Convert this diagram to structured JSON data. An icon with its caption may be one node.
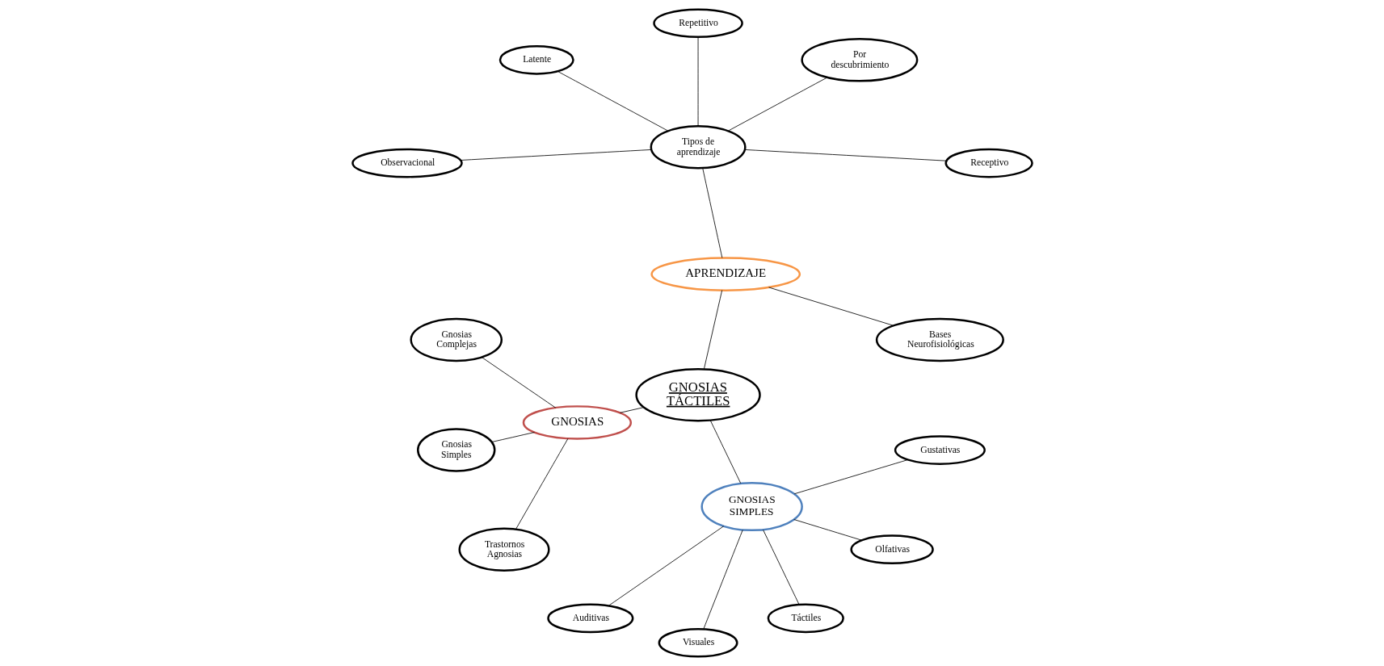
{
  "diagram": {
    "nodes": [
      {
        "text": [
          "GNOSIAS TÁCTILES"
        ]
      },
      {
        "text": [
          "APRENDIZAJE"
        ]
      },
      {
        "text": [
          "Bases Neurofisiológicas"
        ]
      },
      {
        "text": [
          "Tipos de aprendizaje"
        ]
      },
      {
        "text": [
          "Receptivo"
        ]
      },
      {
        "text": [
          "Por descubrimiento"
        ]
      },
      {
        "text": [
          "Repetitivo"
        ]
      },
      {
        "text": [
          "Latente"
        ]
      },
      {
        "text": [
          "Observacional"
        ]
      },
      {
        "text": [
          "GNOSIAS"
        ]
      },
      {
        "text": [
          "Gnosias Complejas"
        ]
      },
      {
        "text": [
          "Gnosias Simples"
        ]
      },
      {
        "text": [
          "Trastornos Agnosias"
        ]
      },
      {
        "text": [
          "GNOSIAS SIMPLES"
        ]
      },
      {
        "text": [
          "Auditivas"
        ]
      },
      {
        "text": [
          "Visuales"
        ]
      },
      {
        "text": [
          "Táctiles"
        ]
      },
      {
        "text": [
          "Olfativas"
        ]
      },
      {
        "text": [
          "Gustativas"
        ]
      }
    ],
    "edges": [
      {
        "from": 0,
        "to": 1,
        "arrow": "none"
      },
      {
        "from": 1,
        "to": 2,
        "arrow": "none"
      },
      {
        "from": 1,
        "to": 3,
        "arrow": "none"
      },
      {
        "from": 3,
        "to": 4,
        "arrow": "none"
      },
      {
        "from": 3,
        "to": 5,
        "arrow": "none"
      },
      {
        "from": 3,
        "to": 6,
        "arrow": "none"
      },
      {
        "from": 3,
        "to": 7,
        "arrow": "none"
      },
      {
        "from": 3,
        "to": 8,
        "arrow": "none"
      },
      {
        "from": 0,
        "to": 9,
        "arrow": "none"
      },
      {
        "from": 9,
        "to": 10,
        "arrow": "none"
      },
      {
        "from": 9,
        "to": 11,
        "arrow": "none"
      },
      {
        "from": 9,
        "to": 12,
        "arrow": "none"
      },
      {
        "from": 0,
        "to": 13,
        "arrow": "none"
      },
      {
        "from": 13,
        "to": 14,
        "arrow": "none"
      },
      {
        "from": 13,
        "to": 15,
        "arrow": "none"
      },
      {
        "from": 13,
        "to": 16,
        "arrow": "none"
      },
      {
        "from": 13,
        "to": 17,
        "arrow": "none"
      },
      {
        "from": 13,
        "to": 18,
        "arrow": "none"
      }
    ]
  }
}
